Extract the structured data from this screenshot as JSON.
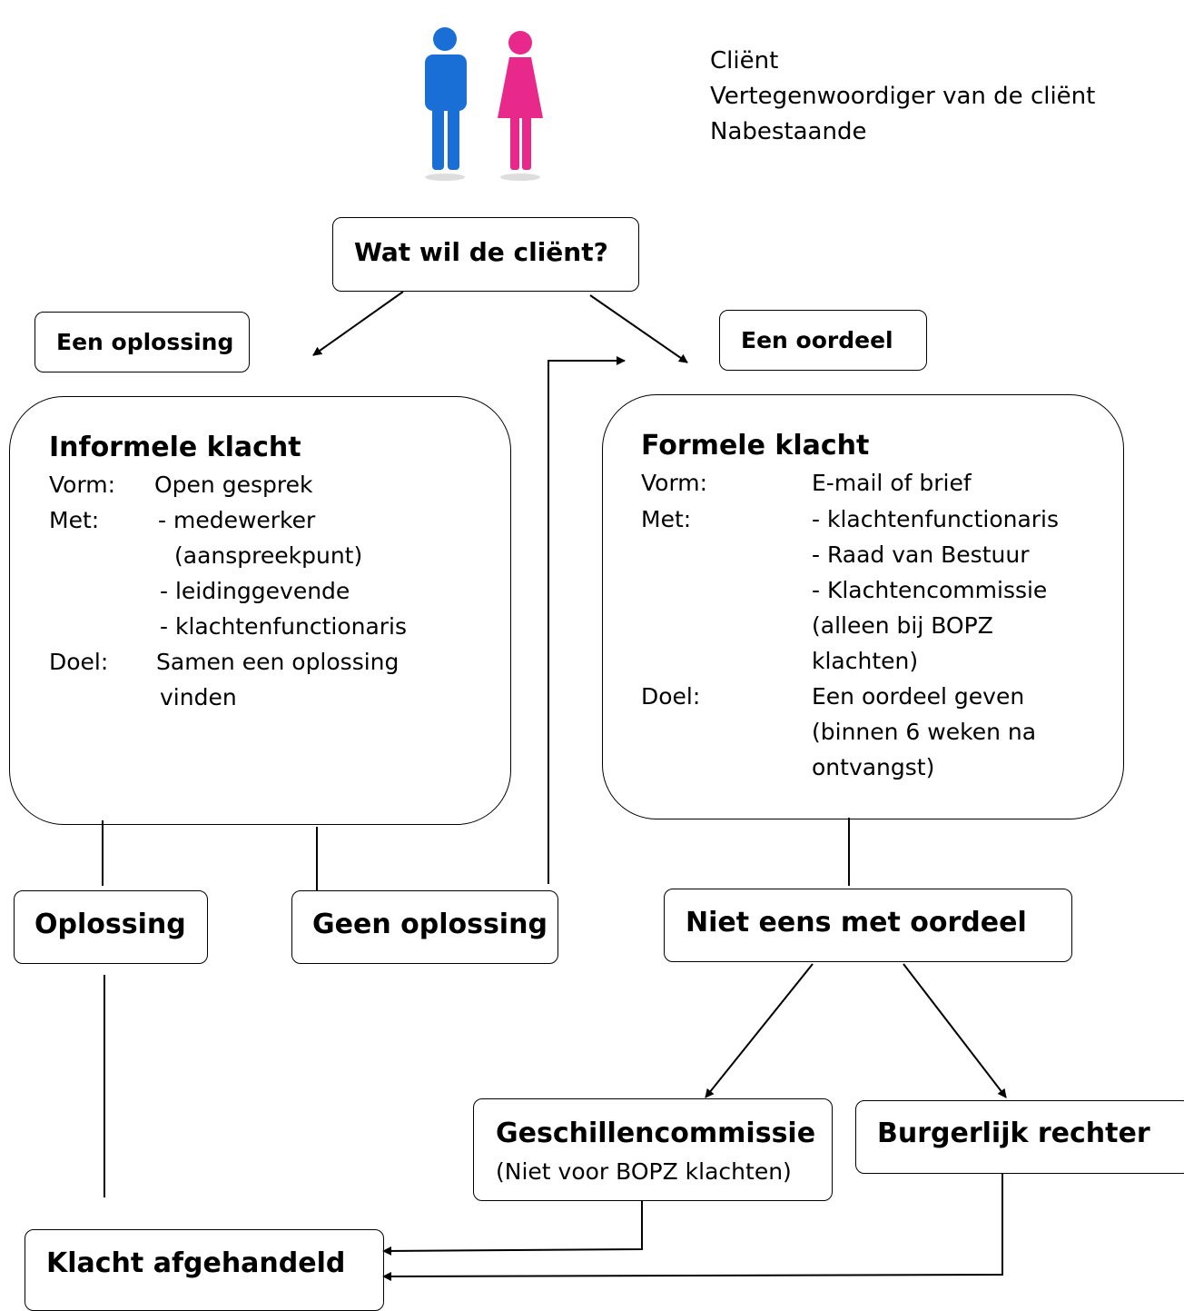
{
  "roles": [
    "Cliënt",
    "Vertegenwoordiger van de cliënt",
    "Nabestaande"
  ],
  "question": "Wat wil de cliënt?",
  "choice_left": "Een oplossing",
  "choice_right": "Een oordeel",
  "informal": {
    "title": "Informele klacht",
    "form_label": "Vorm:",
    "form_value": "Open gesprek",
    "with_label": "Met:",
    "with_items": [
      "- medewerker",
      "(aanspreekpunt)",
      "- leidinggevende",
      "- klachtenfunctionaris"
    ],
    "goal_label": "Doel:",
    "goal_lines": [
      "Samen een oplossing",
      "vinden"
    ]
  },
  "formal": {
    "title": "Formele klacht",
    "form_label": "Vorm:",
    "form_value": "E-mail of brief",
    "with_label": "Met:",
    "with_items": [
      "- klachtenfunctionaris",
      "- Raad van Bestuur",
      "- Klachtencommissie",
      "(alleen bij BOPZ",
      "klachten)"
    ],
    "goal_label": "Doel:",
    "goal_lines": [
      "Een oordeel geven",
      "(binnen 6 weken na",
      "ontvangst)"
    ]
  },
  "outcome_solution": "Oplossing",
  "outcome_no_solution": "Geen oplossing",
  "disagree": "Niet eens met oordeel",
  "disputes": {
    "title": "Geschillencommissie",
    "note": "(Niet voor BOPZ klachten)"
  },
  "civil_judge": "Burgerlijk rechter",
  "handled": "Klacht afgehandeld",
  "colors": {
    "man": "#1a6fd6",
    "woman": "#e8288a"
  }
}
